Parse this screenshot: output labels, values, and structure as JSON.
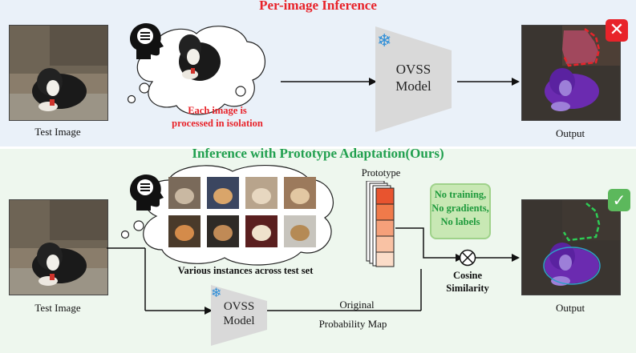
{
  "top": {
    "title": "Per-image Inference",
    "test_image_label": "Test Image",
    "thought_line1": "Each image is",
    "thought_line2": "processed in isolation",
    "model_line1": "OVSS",
    "model_line2": "Model",
    "output_label": "Output",
    "status": "fail"
  },
  "bottom": {
    "title": "Inference with Prototype Adaptation(Ours)",
    "test_image_label": "Test Image",
    "instances_caption": "Various instances across test set",
    "prototype_label": "Prototype",
    "badge_line1": "No training,",
    "badge_line2": "No gradients,",
    "badge_line3": "No labels",
    "cosine_line1": "Cosine",
    "cosine_line2": "Similarity",
    "model_line1": "OVSS",
    "model_line2": "Model",
    "prob_line1": "Original",
    "prob_line2": "Probability Map",
    "output_label": "Output",
    "status": "pass"
  },
  "colors": {
    "fail": "#e8232a",
    "pass": "#5cb85c",
    "snowflake": "#2f8fd8",
    "prototype": [
      "#e8542f",
      "#f07a4a",
      "#f5a07a",
      "#f9c2a4",
      "#fbdcc8"
    ]
  }
}
